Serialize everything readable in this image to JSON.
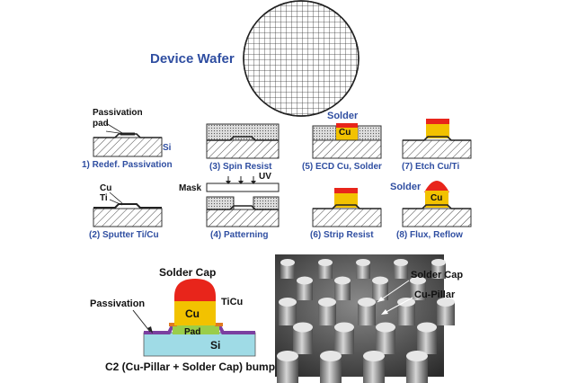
{
  "wafer": {
    "label": "Device Wafer"
  },
  "steps": {
    "s1": "1) Redef.  Passivation",
    "s2": "(2) Sputter Ti/Cu",
    "s3": "(3) Spin Resist",
    "s4": "(4) Patterning",
    "s5": "(5) ECD Cu, Solder",
    "s6": "(6) Strip Resist",
    "s7": "(7) Etch Cu/Ti",
    "s8": "(8) Flux, Reflow"
  },
  "step_labels": {
    "passivation": "Passivation",
    "pad": "pad",
    "si": "Si",
    "cu": "Cu",
    "ti": "Ti",
    "mask": "Mask",
    "uv": "UV",
    "solder5": "Solder",
    "cu5": "Cu",
    "solder8": "Solder",
    "cu8": "Cu"
  },
  "bump": {
    "solder_cap": "Solder Cap",
    "ticu": "TiCu",
    "passivation": "Passivation",
    "cu": "Cu",
    "pad": "Pad",
    "si": "Si",
    "caption": "C2 (Cu-Pillar + Solder Cap) bump"
  },
  "sem": {
    "solder_cap": "Solder Cap",
    "cu_pillar": "Cu-Pillar"
  },
  "colors": {
    "text_blue": "#2f4ea1",
    "solder": "#e8251b",
    "copper": "#f2c200",
    "pad": "#9acd4a",
    "passivation": "#7b3fa0",
    "silicon": "#9fdbe6",
    "ticu": "#e07a1f"
  }
}
